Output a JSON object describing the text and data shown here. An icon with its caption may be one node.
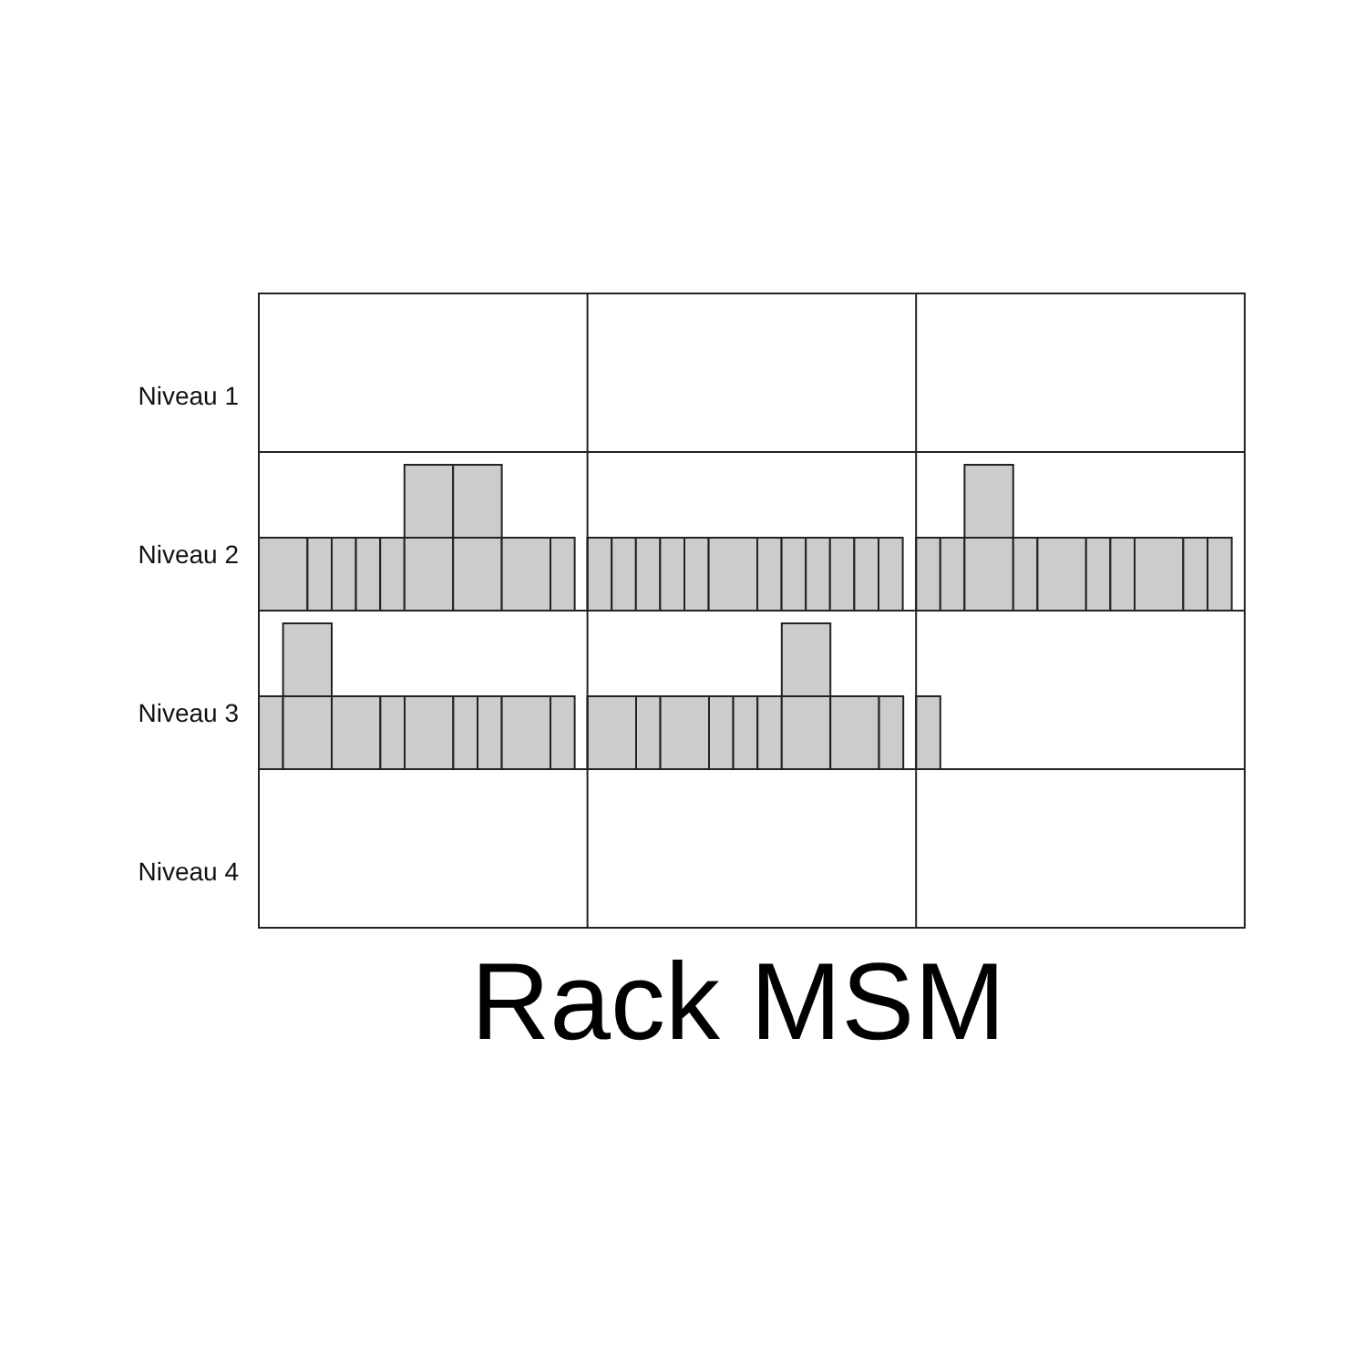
{
  "diagram": {
    "title": "Rack MSM",
    "labels": [
      "Niveau 1",
      "Niveau 2",
      "Niveau 3",
      "Niveau 4"
    ]
  }
}
